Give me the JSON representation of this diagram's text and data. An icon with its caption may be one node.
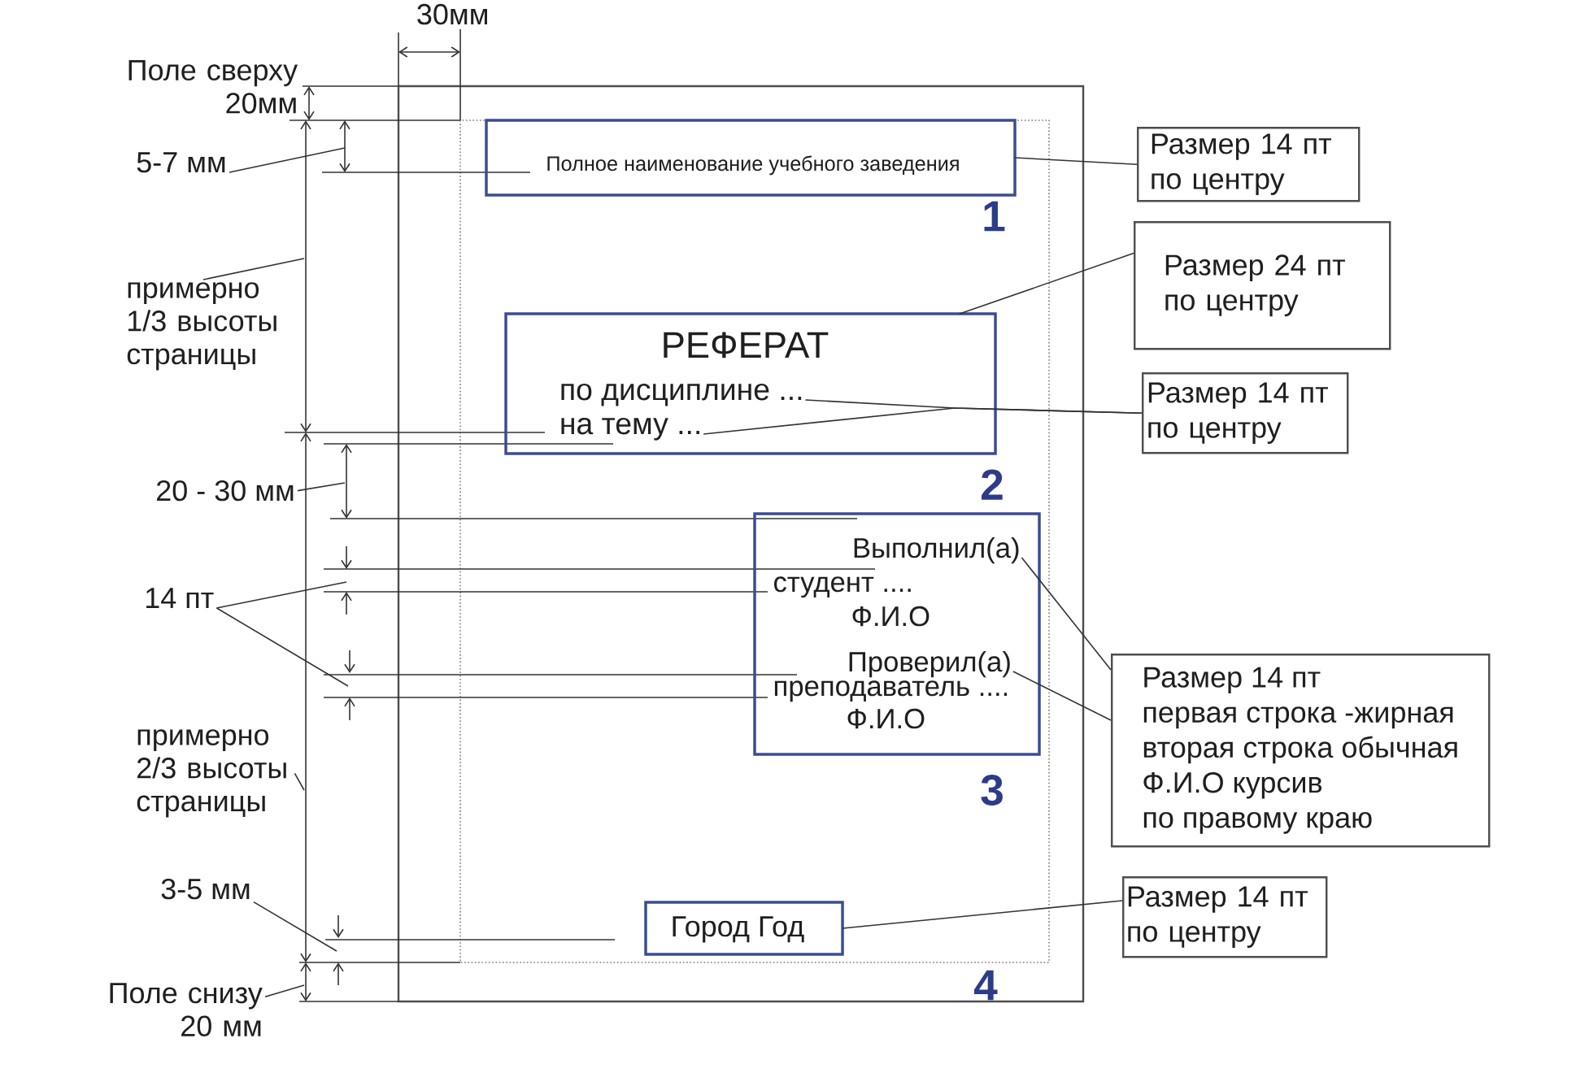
{
  "diagram": {
    "nodes": [
      {
        "text": [
          "5-7 мм"
        ]
      },
      {
        "text": [
          "примерно 1/3 высоты страницы"
        ]
      },
      {
        "text": [
          "20 - 30 мм"
        ]
      },
      {
        "text": [
          "14 пт"
        ]
      },
      {
        "text": [
          "примерно 2/3 высоты страницы"
        ]
      },
      {
        "text": [
          "3-5 мм"
        ]
      },
      {
        "text": [
          "Поле снизу 20 мм"
        ]
      },
      {
        "text": [
          "Полное наименование учебного заведения"
        ]
      },
      {
        "text": [
          "РЕФЕРАТ"
        ]
      },
      {
        "text": [
          "по дисциплине ..."
        ],
        "in": 8
      },
      {
        "text": [
          "на тему ..."
        ],
        "in": 8
      },
      {
        "text": [
          "студент ....",
          "Ф.И.О",
          "преподаватель ....",
          "Ф.И.О"
        ]
      },
      {
        "text": [
          "Выполнил(а)"
        ],
        "in": 11
      },
      {
        "text": [
          "Проверил(а)"
        ],
        "in": 11
      },
      {
        "text": [
          "Город Год"
        ]
      },
      {
        "text": [
          "Размер 14 пт по центру"
        ]
      },
      {
        "text": [
          "Размер 24 пт по центру"
        ]
      },
      {
        "text": [
          "Размер 14 пт по центру"
        ]
      },
      {
        "text": [
          "Размер 14 пт",
          "первая строка -жирная",
          "вторая строка обычная",
          "Ф.И.О курсив",
          "по правому краю"
        ]
      },
      {
        "text": [
          "Размер 14 пт по центру"
        ]
      }
    ],
    "edges": [
      {
        "from": 0,
        "to": null,
        "arrow": "none"
      },
      {
        "from": 1,
        "to": null,
        "arrow": "none"
      },
      {
        "from": 2,
        "to": null,
        "arrow": "none"
      },
      {
        "from": 3,
        "to": null,
        "arrow": "none"
      },
      {
        "from": 3,
        "to": null,
        "arrow": "none"
      },
      {
        "from": 4,
        "to": null,
        "arrow": "none"
      },
      {
        "from": 5,
        "to": null,
        "arrow": "none"
      },
      {
        "from": 6,
        "to": null,
        "arrow": "none"
      },
      {
        "from": 15,
        "to": 7,
        "arrow": "none"
      },
      {
        "from": 16,
        "to": 8,
        "arrow": "none"
      },
      {
        "from": 17,
        "to": 9,
        "arrow": "none"
      },
      {
        "from": 17,
        "to": 10,
        "arrow": "none"
      },
      {
        "from": 18,
        "to": 12,
        "arrow": "none"
      },
      {
        "from": 18,
        "to": 13,
        "arrow": "none"
      },
      {
        "from": 19,
        "to": 14,
        "arrow": "none"
      }
    ],
    "labels": [
      "30мм",
      "Поле сверху 20мм",
      "1",
      "2",
      "3",
      "4"
    ]
  }
}
